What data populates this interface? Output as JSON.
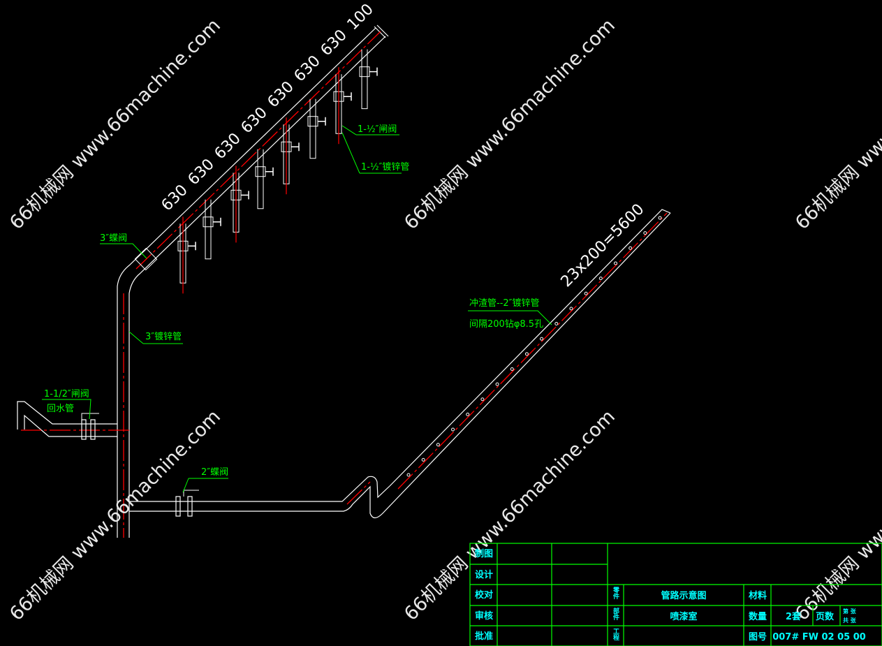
{
  "watermark": "66机械网 www.66machine.com",
  "dimensions": {
    "spacing": [
      "630",
      "630",
      "630",
      "630",
      "630",
      "630",
      "630"
    ],
    "end": "100",
    "nozzle": "23x200=5600"
  },
  "labels": {
    "butterfly_3": "3″蝶阀",
    "pipe_3": "3″镀锌管",
    "gate_1_5": "1-1/2″闸阀",
    "return_pipe": "回水管",
    "butterfly_2": "2″蝶阀",
    "gate_branch": "1-½″闸阀",
    "pipe_branch": "1-½″镀锌管",
    "flush_pipe": "冲渣管--2″镀锌管",
    "holes": "间隔200钻φ8.5孔"
  },
  "title_block": {
    "roles": [
      "制图",
      "设计",
      "校对",
      "审核",
      "批准"
    ],
    "part_label": "零件",
    "assembly_label": "部件",
    "project_label": "工程",
    "part_name": "管路示意图",
    "assembly_name": "喷漆室",
    "material_label": "材料",
    "quantity_label": "数量",
    "quantity": "2套",
    "pages_label": "页数",
    "sheet_no": "第 张",
    "sheet_total": "共 张",
    "drawing_no_label": "图号",
    "drawing_no": "007# FW 02 05 00"
  }
}
